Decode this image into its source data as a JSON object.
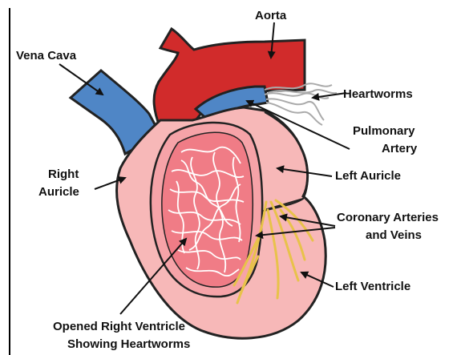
{
  "labels": {
    "aorta": "Aorta",
    "vena_cava": "Vena Cava",
    "heartworms": "Heartworms",
    "pulmonary_1": "Pulmonary",
    "pulmonary_2": "Artery",
    "right_auricle_1": "Right",
    "right_auricle_2": "Auricle",
    "left_auricle": "Left Auricle",
    "coronary_1": "Coronary Arteries",
    "coronary_2": "and Veins",
    "left_ventricle": "Left Ventricle",
    "opened_1": "Opened Right Ventricle",
    "opened_2": "Showing Heartworms"
  },
  "colors": {
    "aorta": "#d12b2b",
    "vena_cava": "#4f86c6",
    "heart": "#f7b8b8",
    "ventricle_inner": "#f07c86",
    "vessels": "#e8c24a",
    "outline": "#222222"
  }
}
